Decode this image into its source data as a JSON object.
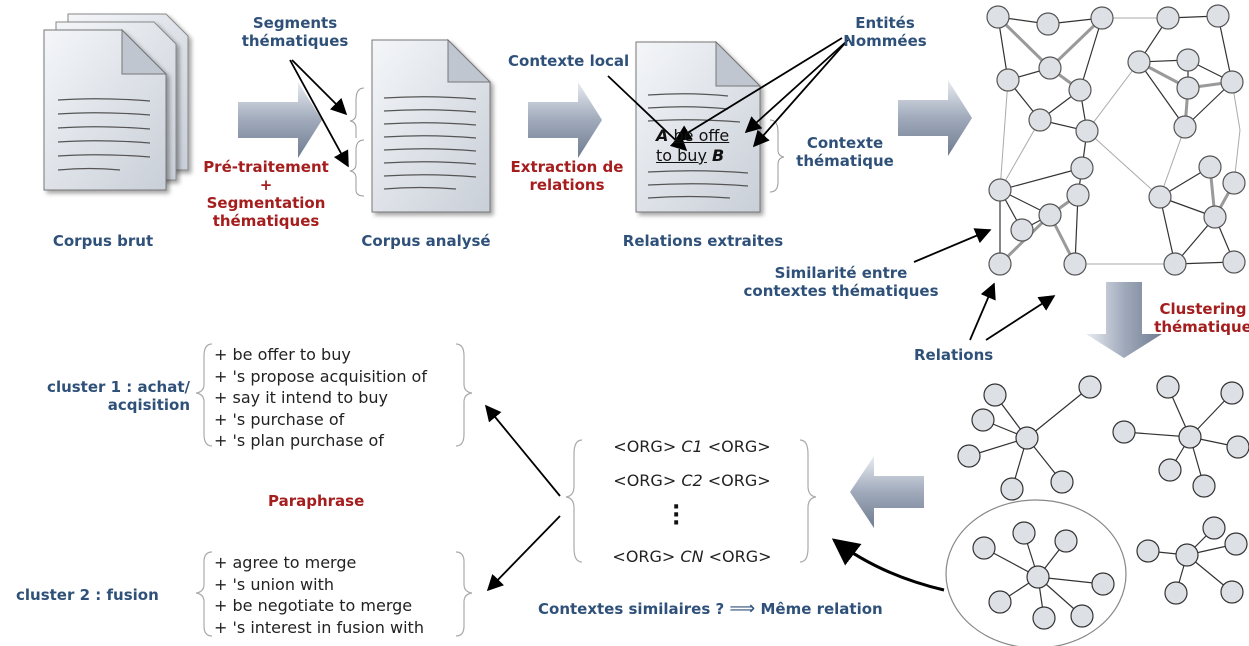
{
  "labels": {
    "corpus_brut": "Corpus brut",
    "segments": [
      "Segments",
      "thématiques"
    ],
    "pretraitement": [
      "Pré-traitement",
      "+",
      "Segmentation",
      "thématiques"
    ],
    "corpus_analyse": "Corpus analysé",
    "contexte_local": "Contexte local",
    "extraction": [
      "Extraction de",
      "relations"
    ],
    "entites": [
      "Entités",
      "Nommées"
    ],
    "relations_extraites": "Relations extraites",
    "contexte_thematique": [
      "Contexte",
      "thématique"
    ],
    "similarite": [
      "Similarité entre",
      "contextes thématiques"
    ],
    "relations": "Relations",
    "clustering": [
      "Clustering",
      "thématique"
    ],
    "paraphrase": "Paraphrase",
    "cluster1": [
      "cluster 1 : achat/",
      "acqisition"
    ],
    "cluster2": "cluster 2 : fusion",
    "contextes_similaires": "Contextes similaires ?",
    "implies": "⟹",
    "meme_relation": "Même relation"
  },
  "doc_example": {
    "a": "A",
    "line1": "be offe",
    "line2": "to buy",
    "b": "B"
  },
  "cluster1_items": [
    "+ be offer to buy",
    "+ 's propose acquisition of",
    "+ say it intend to buy",
    "+ 's purchase of",
    "+ 's plan purchase of"
  ],
  "cluster2_items": [
    "+ agree to merge",
    "+ 's union with",
    "+ be negotiate to merge",
    "+ 's interest in fusion with"
  ],
  "org_rows": [
    {
      "pre": "<ORG> ",
      "c": "C1",
      "post": " <ORG>"
    },
    {
      "pre": "<ORG> ",
      "c": "C2",
      "post": " <ORG>"
    },
    {
      "pre": "<ORG> ",
      "c": "CN",
      "post": " <ORG>"
    }
  ],
  "colors": {
    "blue": "#2f5179",
    "red": "#a51d1d",
    "node": "#dde1e6",
    "arrow": "#8e9aab"
  }
}
